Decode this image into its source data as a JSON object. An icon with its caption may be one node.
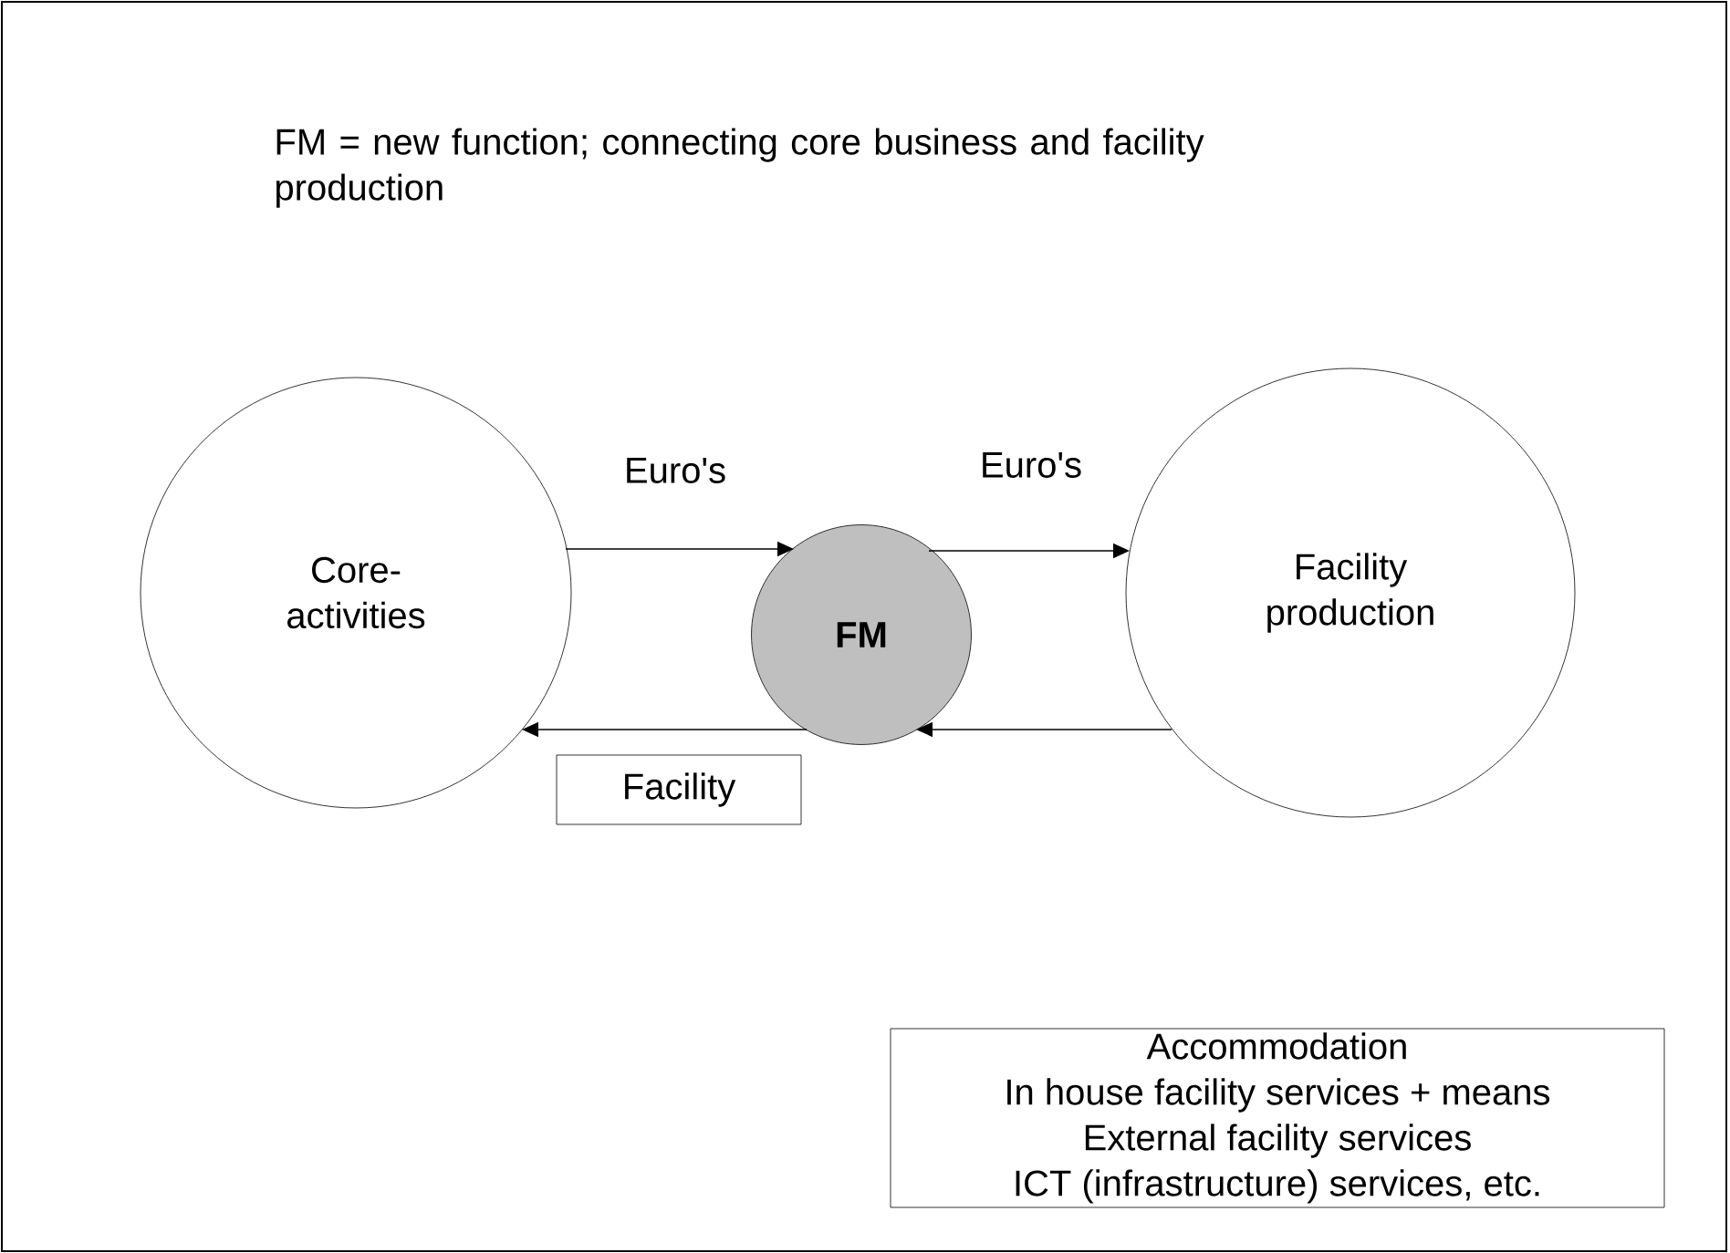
{
  "diagram": {
    "title": "FM = new function; connecting core business and facility production",
    "nodes": [
      {
        "text": [
          "Core-activities"
        ]
      },
      {
        "text": [
          "FM"
        ]
      },
      {
        "text": [
          "Facility production"
        ]
      },
      {
        "text": [
          "Facility"
        ]
      },
      {
        "text": [
          "Accommodation",
          "In house facility services + means",
          "External facility services",
          "ICT (infrastructure) services, etc."
        ]
      }
    ],
    "edges": [
      {
        "from": 0,
        "to": 1,
        "arrow": "to",
        "label": "Euro's"
      },
      {
        "from": 1,
        "to": 2,
        "arrow": "to",
        "label": "Euro's"
      },
      {
        "from": 2,
        "to": 1,
        "arrow": "to"
      },
      {
        "from": 1,
        "to": 0,
        "arrow": "to"
      }
    ]
  }
}
